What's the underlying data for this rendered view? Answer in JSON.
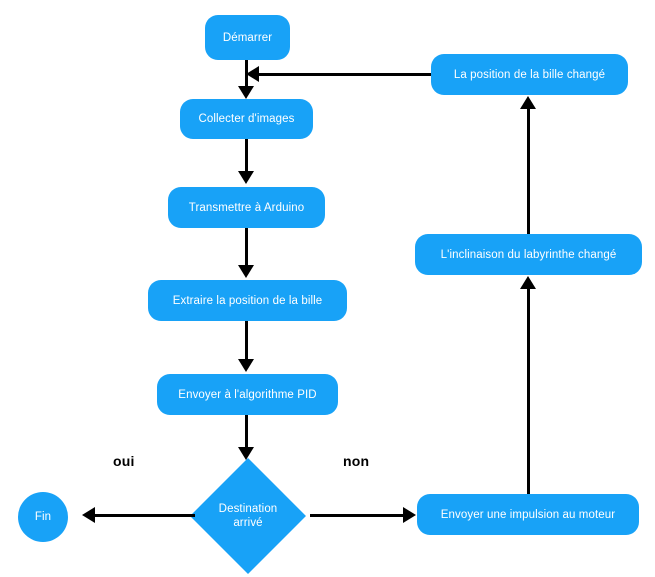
{
  "diagram": {
    "type": "flowchart",
    "title": "",
    "orientation": "top-to-bottom with feedback loop",
    "colors": {
      "node_fill": "#18a2f7",
      "node_text": "#ffffff",
      "connector": "#000000",
      "background": "#ffffff",
      "label_text": "#000000"
    },
    "nodes": [
      {
        "id": "start",
        "label": "Démarrer",
        "shape": "rounded-rect"
      },
      {
        "id": "collect",
        "label": "Collecter d'images",
        "shape": "rounded-rect"
      },
      {
        "id": "transmit",
        "label": "Transmettre à Arduino",
        "shape": "rounded-rect"
      },
      {
        "id": "extract",
        "label": "Extraire la position de la bille",
        "shape": "rounded-rect"
      },
      {
        "id": "pid",
        "label": "Envoyer à l'algorithme PID",
        "shape": "rounded-rect"
      },
      {
        "id": "decision",
        "label": "Destination arrivé",
        "shape": "diamond",
        "lines": [
          "Destination",
          "arrivé"
        ]
      },
      {
        "id": "end",
        "label": "Fin",
        "shape": "circle"
      },
      {
        "id": "motor",
        "label": "Envoyer une impulsion au moteur",
        "shape": "rounded-rect"
      },
      {
        "id": "tilt",
        "label": "L'inclinaison du labyrinthe changé",
        "shape": "rounded-rect"
      },
      {
        "id": "ballpos",
        "label": "La position de la bille changé",
        "shape": "rounded-rect"
      }
    ],
    "edges": [
      {
        "from": "start",
        "to": "collect",
        "label": "",
        "direction": "down"
      },
      {
        "from": "collect",
        "to": "transmit",
        "label": "",
        "direction": "down"
      },
      {
        "from": "transmit",
        "to": "extract",
        "label": "",
        "direction": "down"
      },
      {
        "from": "extract",
        "to": "pid",
        "label": "",
        "direction": "down"
      },
      {
        "from": "pid",
        "to": "decision",
        "label": "",
        "direction": "down"
      },
      {
        "from": "decision",
        "to": "end",
        "label": "oui",
        "direction": "left"
      },
      {
        "from": "decision",
        "to": "motor",
        "label": "non",
        "direction": "right"
      },
      {
        "from": "motor",
        "to": "tilt",
        "label": "",
        "direction": "up"
      },
      {
        "from": "tilt",
        "to": "ballpos",
        "label": "",
        "direction": "up"
      },
      {
        "from": "ballpos",
        "to": "collect",
        "label": "",
        "direction": "left"
      }
    ],
    "edge_labels": {
      "yes": "oui",
      "no": "non"
    }
  }
}
